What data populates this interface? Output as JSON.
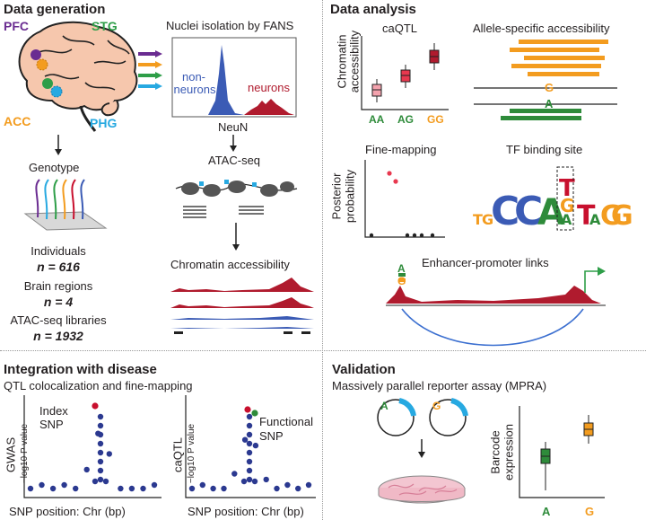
{
  "panels": {
    "data_generation": {
      "title": "Data generation",
      "regions": [
        {
          "label": "PFC",
          "color": "#6a2c91"
        },
        {
          "label": "STG",
          "color": "#2e9e48"
        },
        {
          "label": "ACC",
          "color": "#f39c1f"
        },
        {
          "label": "PHG",
          "color": "#27a9e1"
        }
      ],
      "nuclei_title": "Nuclei isolation by FANS",
      "non_neurons_label_1": "non-",
      "non_neurons_label_2": "neurons",
      "neurons_label": "neurons",
      "neun_label": "NeuN",
      "atac_label": "ATAC-seq",
      "genotype_label": "Genotype",
      "chromatin_title": "Chromatin accessibility",
      "individuals_label": "Individuals",
      "individuals_n": "n = 616",
      "regions_label": "Brain regions",
      "regions_n": "n = 4",
      "libraries_label": "ATAC-seq libraries",
      "libraries_n": "n = 1932"
    },
    "data_analysis": {
      "title": "Data analysis",
      "caqtl_title": "caQTL",
      "caqtl_ylabel_1": "Chromatin",
      "caqtl_ylabel_2": "accessibility",
      "caqtl_genotypes": [
        "AA",
        "AG",
        "GG"
      ],
      "ase_title": "Allele-specific accessibility",
      "ase_alleles": [
        "G",
        "A"
      ],
      "finemap_title": "Fine-mapping",
      "finemap_ylabel_1": "Posterior",
      "finemap_ylabel_2": "probability",
      "tfbs_title": "TF binding site",
      "enhancer_title": "Enhancer-promoter links",
      "enhancer_alleles": [
        "A",
        "G"
      ]
    },
    "integration": {
      "title": "Integration with disease",
      "subtitle": "QTL colocalization and fine-mapping",
      "gwas_ylabel": "GWAS",
      "caqtl_ylabel": "caQTL",
      "neglog_label": "−log10 P value",
      "index_snp_1": "Index",
      "index_snp_2": "SNP",
      "functional_snp_1": "Functional",
      "functional_snp_2": "SNP",
      "xlabel": "SNP position: Chr (bp)"
    },
    "validation": {
      "title": "Validation",
      "subtitle": "Massively parallel reporter assay (MPRA)",
      "plasmid_alleles": [
        "A",
        "G"
      ],
      "ylabel_1": "Barcode",
      "ylabel_2": "expression",
      "xlabels": [
        "A",
        "G"
      ]
    }
  },
  "colors": {
    "red": "#c8102e",
    "orange": "#f39c1f",
    "green": "#2e8b3a",
    "blue": "#3b5bb5",
    "navy": "#2b3990"
  }
}
